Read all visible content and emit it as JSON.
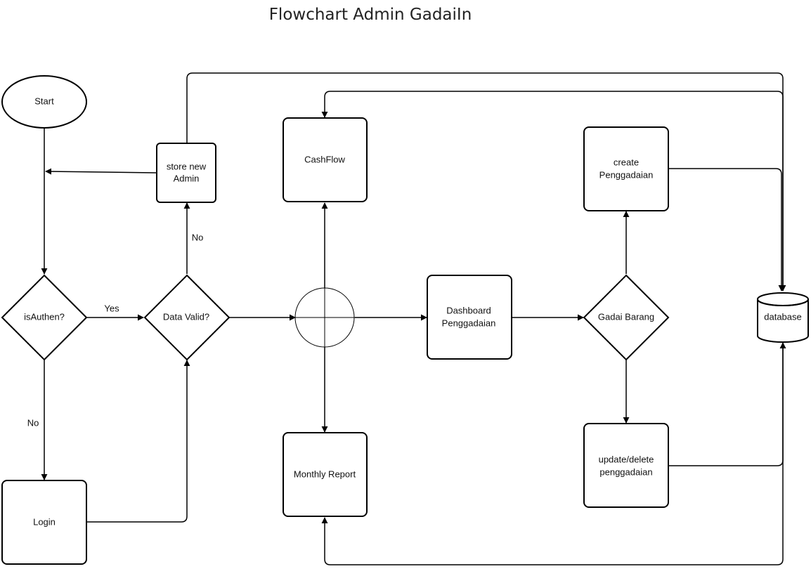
{
  "title": "Flowchart Admin GadaiIn",
  "nodes": {
    "start": "Start",
    "is_authen": "isAuthen?",
    "login": "Login",
    "data_valid": "Data Valid?",
    "store_admin_1": "store new",
    "store_admin_2": "Admin",
    "cashflow": "CashFlow",
    "monthly_report": "Monthly Report",
    "dashboard_1": "Dashboard",
    "dashboard_2": "Penggadaian",
    "gadai_barang": "Gadai Barang",
    "create_1": "create",
    "create_2": "Penggadaian",
    "update_1": "update/delete",
    "update_2": "penggadaian",
    "database": "database"
  },
  "edge_labels": {
    "yes": "Yes",
    "no_auth": "No",
    "no_valid": "No"
  },
  "colors": {
    "stroke": "#000000",
    "text": "#111111"
  }
}
